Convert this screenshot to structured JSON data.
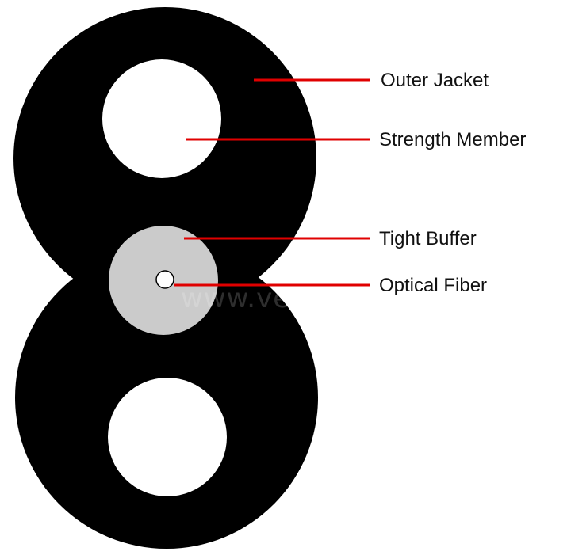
{
  "colors": {
    "jacket": "#000000",
    "strength_member": "#ffffff",
    "tight_buffer": "#cbcbcb",
    "optical_fiber": "#ffffff",
    "leader_line": "#e00000",
    "background": "#ffffff"
  },
  "labels": {
    "outer_jacket": "Outer Jacket",
    "strength_member": "Strength Member",
    "tight_buffer": "Tight Buffer",
    "optical_fiber": "Optical Fiber"
  },
  "watermark": "www.velvot.com"
}
